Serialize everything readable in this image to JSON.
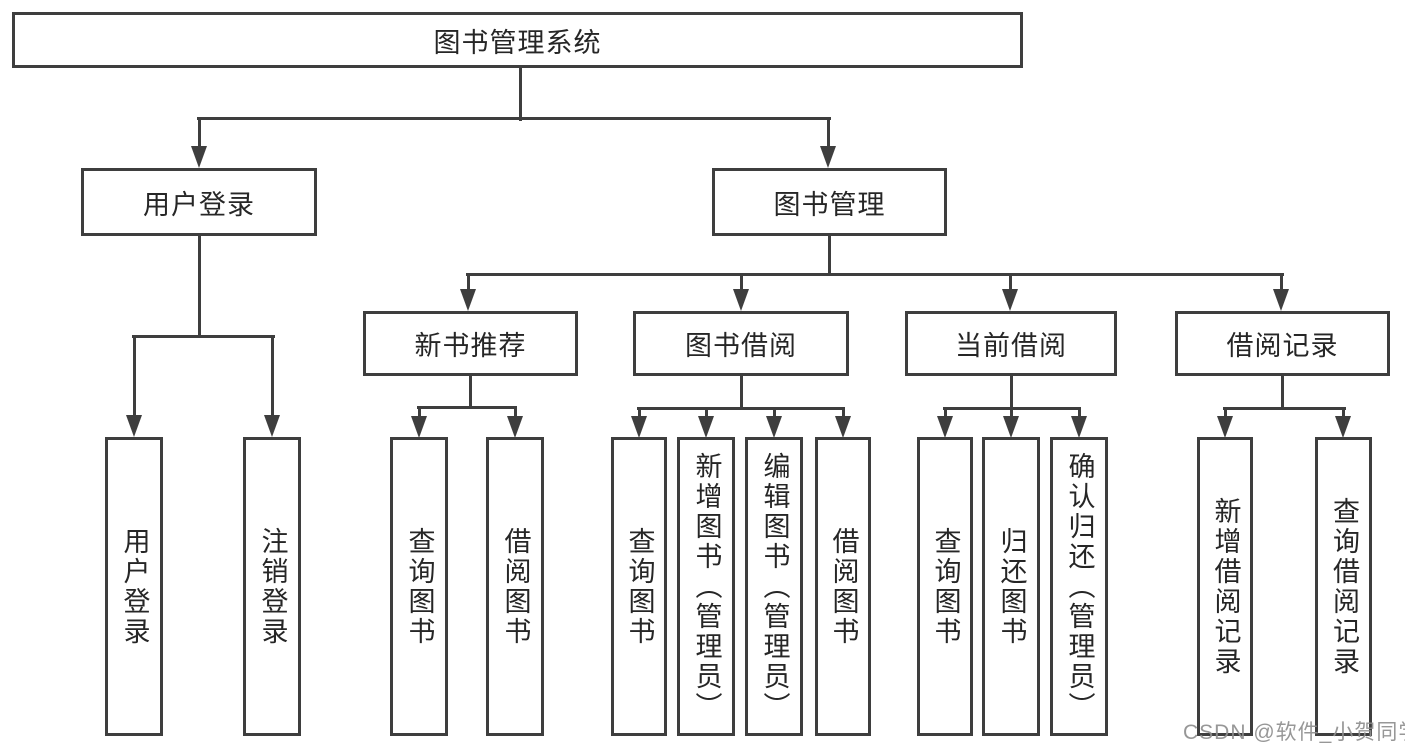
{
  "diagram_title": "图书管理系统",
  "nodes": {
    "root": "图书管理系统",
    "user_login": "用户登录",
    "book_mgmt": "图书管理",
    "new_book_rec": "新书推荐",
    "book_borrow": "图书借阅",
    "current_borrow": "当前借阅",
    "borrow_record": "借阅记录",
    "leaf_user_login": "用户登录",
    "leaf_logout": "注销登录",
    "leaf_query_book_1": "查询图书",
    "leaf_borrow_book_1": "借阅图书",
    "leaf_query_book_2": "查询图书",
    "leaf_add_book": "新增图书（管理员）",
    "leaf_edit_book": "编辑图书（管理员）",
    "leaf_borrow_book_2": "借阅图书",
    "leaf_query_book_3": "查询图书",
    "leaf_return_book": "归还图书",
    "leaf_confirm_return": "确认归还（管理员）",
    "leaf_add_record": "新增借阅记录",
    "leaf_query_record": "查询借阅记录"
  },
  "hierarchy": {
    "root": {
      "user_login": [
        "leaf_user_login",
        "leaf_logout"
      ],
      "book_mgmt": {
        "new_book_rec": [
          "leaf_query_book_1",
          "leaf_borrow_book_1"
        ],
        "book_borrow": [
          "leaf_query_book_2",
          "leaf_add_book",
          "leaf_edit_book",
          "leaf_borrow_book_2"
        ],
        "current_borrow": [
          "leaf_query_book_3",
          "leaf_return_book",
          "leaf_confirm_return"
        ],
        "borrow_record": [
          "leaf_add_record",
          "leaf_query_record"
        ]
      }
    }
  },
  "watermark": {
    "text": "CSDN @软件_小贺同学"
  },
  "colors": {
    "line": "#3e3e3e",
    "text": "#262626",
    "watermark": "#8f8f8f",
    "background": "#ffffff"
  }
}
